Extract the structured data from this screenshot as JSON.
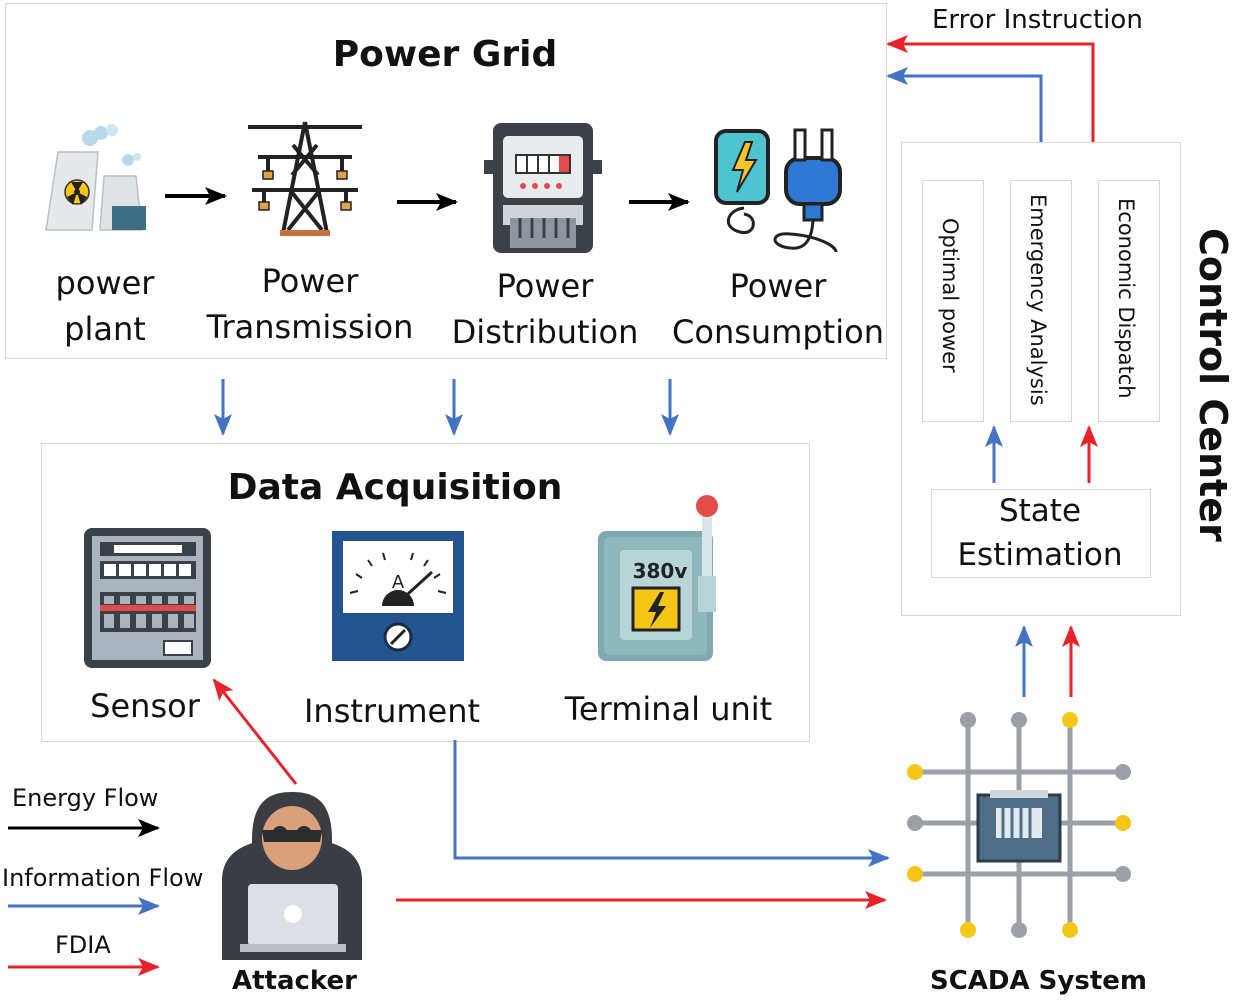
{
  "power_grid": {
    "title": "Power Grid",
    "stages": [
      {
        "line1": "power",
        "line2": "plant"
      },
      {
        "line1": "Power",
        "line2": "Transmission"
      },
      {
        "line1": "Power",
        "line2": "Distribution"
      },
      {
        "line1": "Power",
        "line2": "Consumption"
      }
    ]
  },
  "data_acquisition": {
    "title": "Data Acquisition",
    "items": [
      "Sensor",
      "Instrument",
      "Terminal unit"
    ],
    "meter_letter": "A",
    "terminal_voltage": "380v"
  },
  "control_center": {
    "title": "Control Center",
    "modules": [
      "Optimal power",
      "Emergency Analysis",
      "Economic Dispatch"
    ],
    "state_estimation": {
      "line1": "State",
      "line2": "Estimation"
    },
    "error_instruction": "Error Instruction"
  },
  "legend": {
    "energy_flow": "Energy Flow",
    "information_flow": "Information Flow",
    "fdia": "FDIA"
  },
  "actors": {
    "attacker": "Attacker",
    "scada": "SCADA System"
  },
  "colors": {
    "energy": "#000000",
    "information": "#4472c4",
    "fdia": "#e8212a"
  }
}
